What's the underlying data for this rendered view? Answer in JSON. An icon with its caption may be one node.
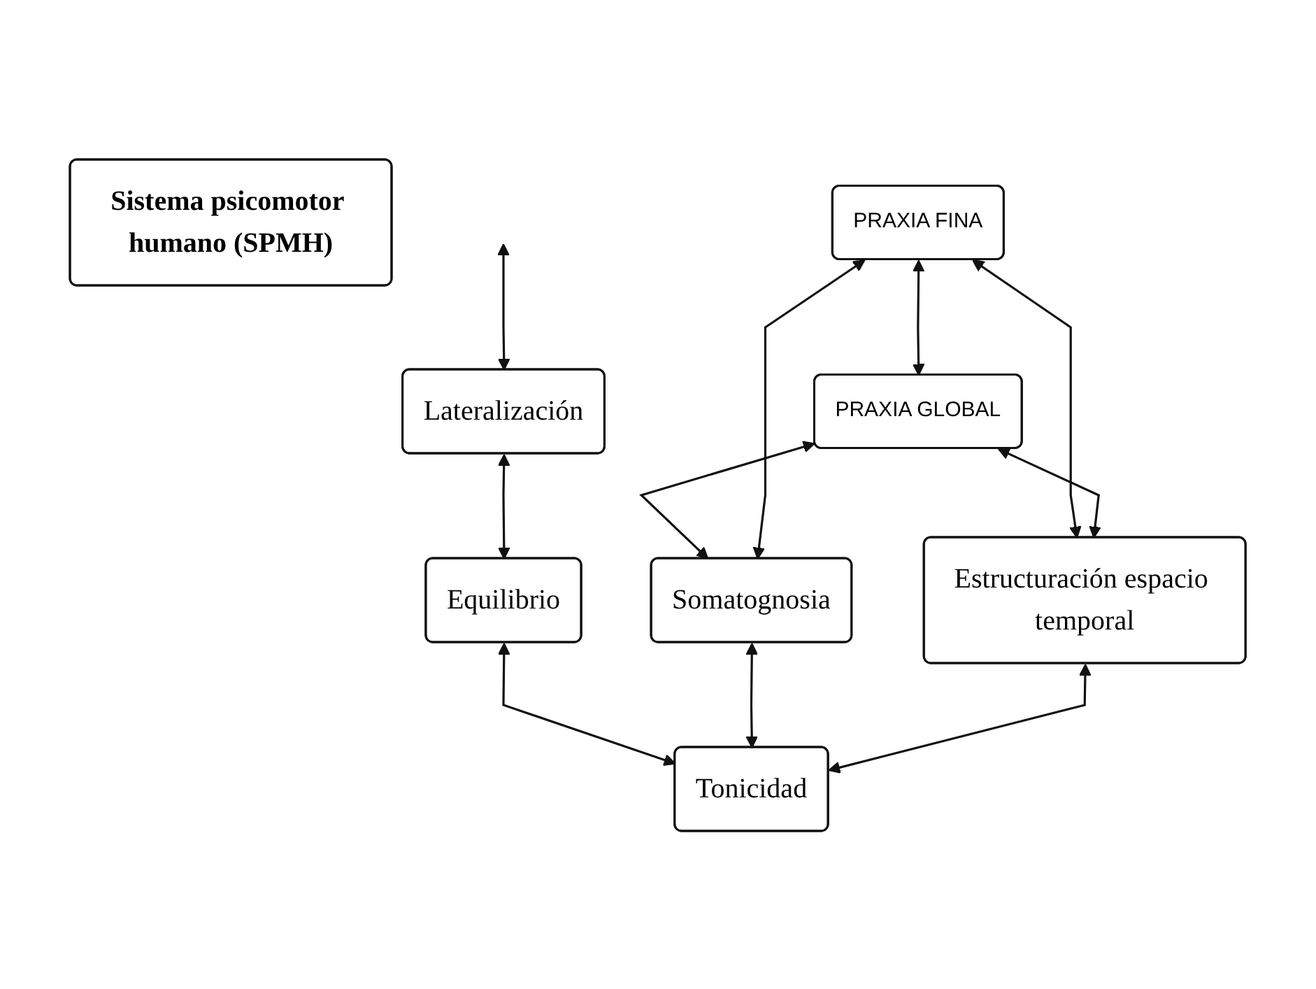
{
  "diagram": {
    "nodes": [
      {
        "text": [
          "Sistema psicomotor humano (SPMH)"
        ]
      },
      {
        "text": [
          "PRAXIA FINA"
        ]
      },
      {
        "text": [
          "PRAXIA GLOBAL"
        ]
      },
      {
        "text": [
          "Somatognosia"
        ]
      },
      {
        "text": [
          "Estructuración espacio temporal"
        ]
      },
      {
        "text": [
          "Lateralización"
        ]
      },
      {
        "text": [
          "Equilibrio"
        ]
      },
      {
        "text": [
          "Tonicidad"
        ]
      }
    ],
    "edges": [
      {
        "from": 1,
        "to": 2,
        "arrow": "both"
      },
      {
        "from": 1,
        "to": 4,
        "arrow": "both"
      },
      {
        "from": 2,
        "to": 3,
        "arrow": "both"
      },
      {
        "from": 1,
        "to": 3,
        "arrow": "both"
      },
      {
        "from": 2,
        "to": 4,
        "arrow": "both"
      },
      {
        "from": null,
        "to": 5,
        "arrow": "both"
      },
      {
        "from": 5,
        "to": 6,
        "arrow": "both"
      },
      {
        "from": 6,
        "to": 7,
        "arrow": "both"
      },
      {
        "from": 3,
        "to": 7,
        "arrow": "both"
      },
      {
        "from": 4,
        "to": 7,
        "arrow": "both"
      }
    ]
  }
}
